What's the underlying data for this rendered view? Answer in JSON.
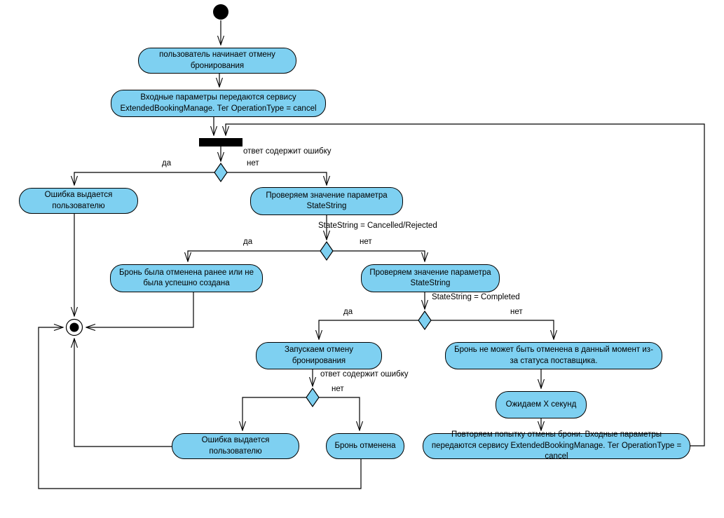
{
  "diagram": {
    "type": "uml-activity-diagram",
    "language": "ru",
    "colors": {
      "background": "#FFFFFF",
      "node_fill": "#7ED0F1",
      "node_border": "#000000",
      "connector": "#000000",
      "sync_bar_fill": "#000000"
    },
    "nodes": {
      "user_starts": "пользователь начинает отмену бронирования",
      "input_params": "Входные параметры передаются сервису ExtendedBookingManage. Тег OperationType = cancel",
      "error_to_user_top": "Ошибка выдается пользователю",
      "check_statestring_1": "Проверяем значение параметра StateString",
      "cancelled_earlier": "Бронь была отменена ранее или не была успешно создана",
      "check_statestring_2": "Проверяем значение параметра StateString",
      "start_cancellation": "Запускаем отмену бронирования",
      "cannot_cancel": "Бронь не может быть отменена в данный момент из-за статуса поставщика.",
      "wait_seconds": "Ожидаем X секунд",
      "error_to_user_bottom": "Ошибка выдается пользователю",
      "booking_cancelled": "Бронь отменена",
      "retry_cancellation": "Повторяем попытку отмены брони.  Входные параметры передаются сервису ExtendedBookingManage.  Тег OperationType = cancel"
    },
    "edge_labels": {
      "response_has_error_1": "ответ содержит ошибку",
      "yes_1": "да",
      "no_1": "нет",
      "statestring_cancelled_rejected": "StateString = Cancelled/Rejected",
      "yes_2": "да",
      "no_2": "нет",
      "statestring_completed": "StateString = Completed",
      "yes_3": "да",
      "no_3": "нет",
      "response_has_error_2": "ответ содержит ошибку",
      "no_4": "нет"
    }
  }
}
